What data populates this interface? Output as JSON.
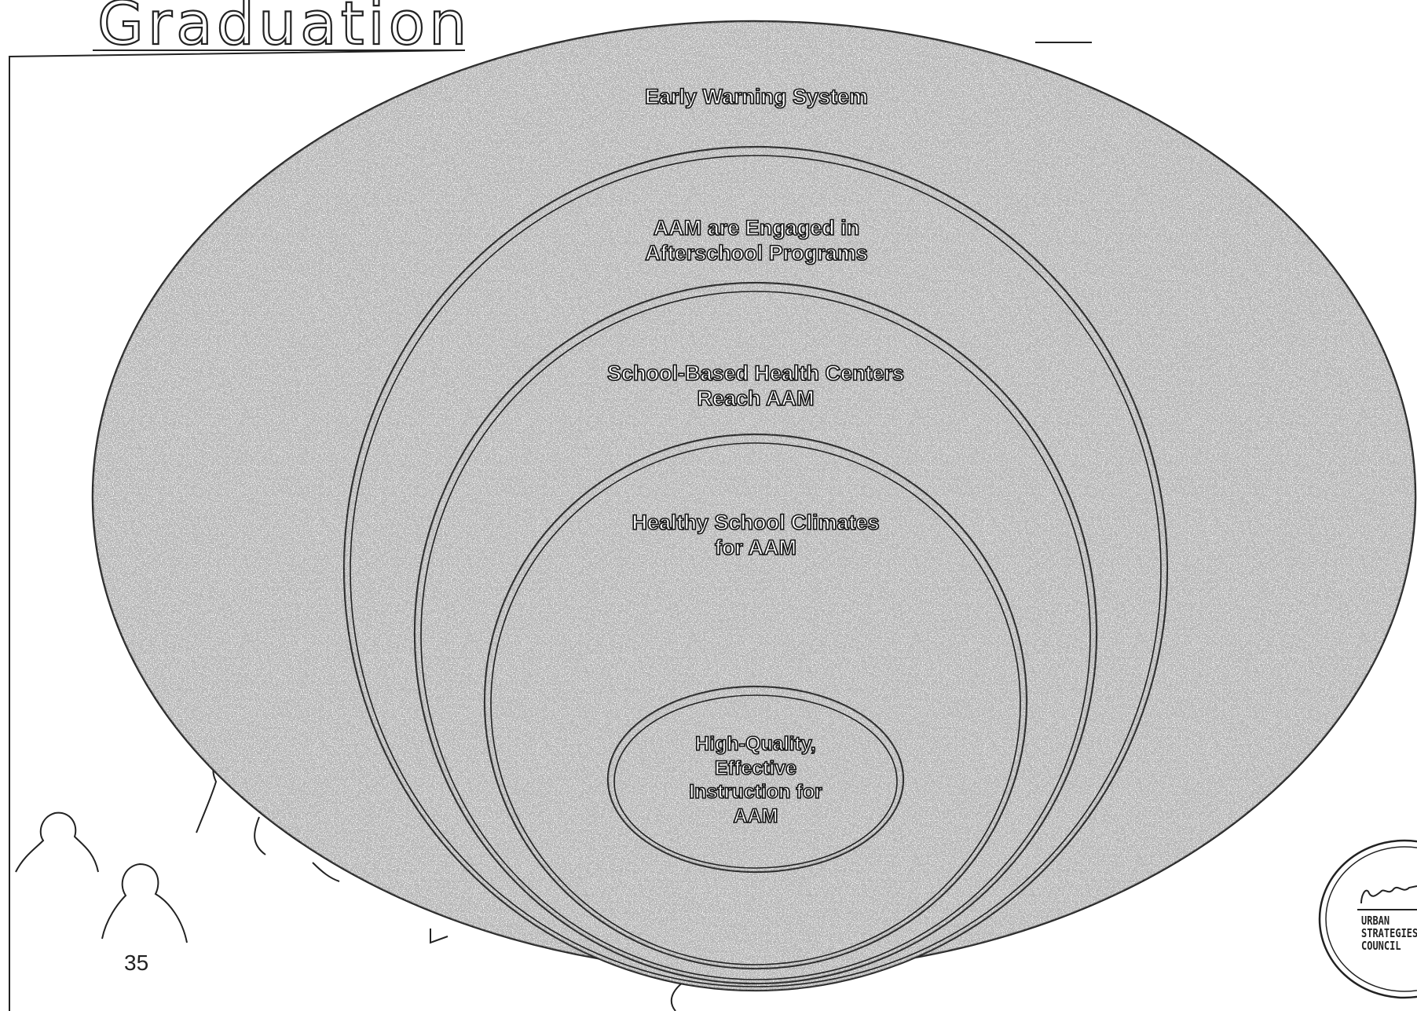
{
  "slide": {
    "title": "Graduation",
    "page_number": "35"
  },
  "rings": {
    "early_warning": "Early Warning System",
    "afterschool": [
      "AAM are Engaged in",
      "Afterschool Programs"
    ],
    "health_centers": [
      "School-Based Health Centers",
      "Reach AAM"
    ],
    "school_climates": [
      "Healthy School Climates",
      "for AAM"
    ],
    "instruction": [
      "High-Quality,",
      "Effective",
      "Instruction for",
      "AAM"
    ]
  },
  "logo": {
    "lines": [
      "URBAN",
      "STRATEGIES",
      "COUNCIL"
    ]
  },
  "colors": {
    "ink": "#222222",
    "ring_fill": "#ffffff",
    "speckle": "#555555"
  }
}
